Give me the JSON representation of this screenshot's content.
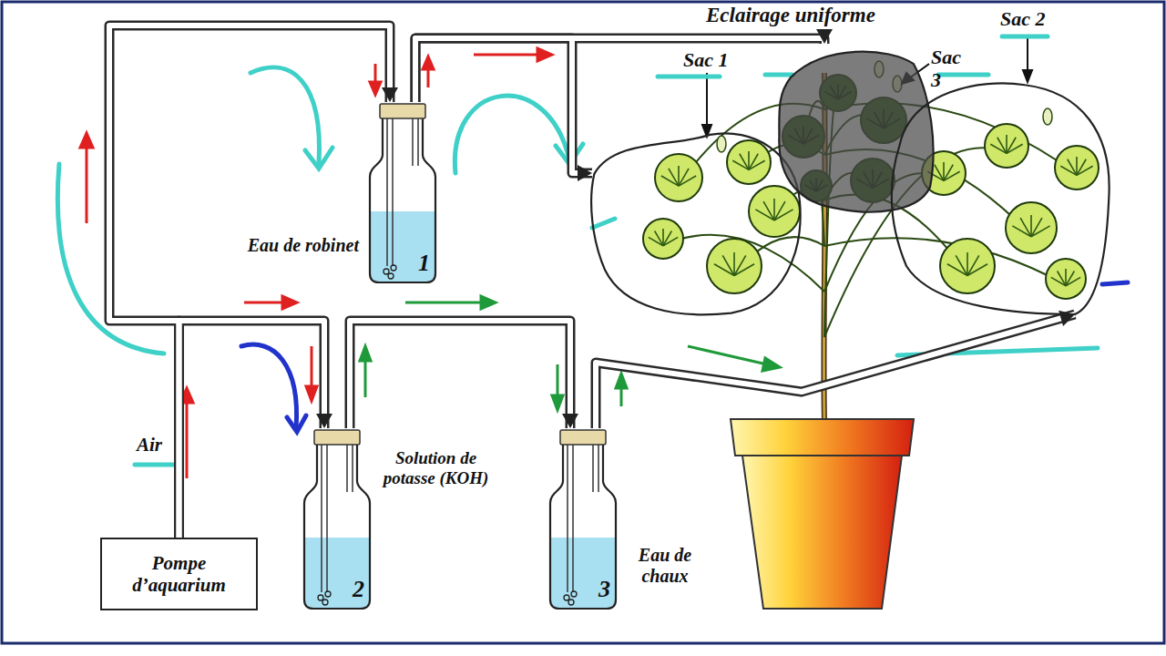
{
  "diagram": {
    "nodes": [
      {
        "text": [
          "Sac 1"
        ]
      },
      {
        "text": [
          "Sac 3"
        ]
      },
      {
        "text": [
          "Sac 2"
        ]
      },
      {
        "text": [
          "Eau de robinet",
          "1"
        ]
      },
      {
        "text": [
          "2",
          "Solution de potasse (KOH)"
        ]
      },
      {
        "text": [
          "3",
          "Eau de chaux"
        ]
      },
      {
        "text": [
          "Pompe d’aquarium"
        ]
      }
    ],
    "edges": [
      {
        "from": 6,
        "to": 3,
        "arrow": "to"
      },
      {
        "from": 6,
        "to": 4,
        "arrow": "to"
      },
      {
        "from": 3,
        "to": 0,
        "arrow": "to"
      },
      {
        "from": 3,
        "to": 1,
        "arrow": "to"
      },
      {
        "from": 4,
        "to": 5,
        "arrow": "to"
      },
      {
        "from": 5,
        "to": 2,
        "arrow": "to"
      }
    ],
    "labels": [
      "Eclairage uniforme",
      "Air"
    ]
  }
}
